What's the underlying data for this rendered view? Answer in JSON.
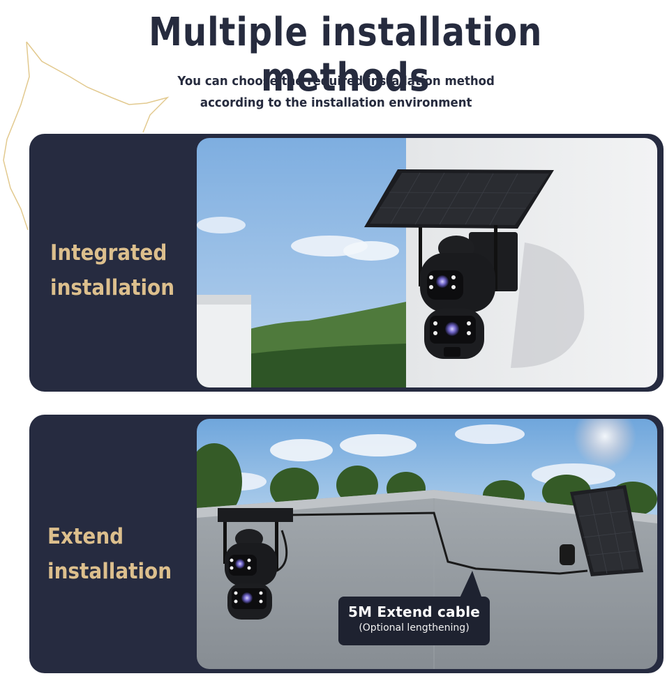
{
  "header": {
    "title": "Multiple installation methods",
    "subtitle_line1": "You can choose the required installation method",
    "subtitle_line2": "according to the installation environment"
  },
  "panels": [
    {
      "label_line1": "Integrated",
      "label_line2": "installation",
      "scene_icons": [
        "solar-panel-icon",
        "camera-icon"
      ]
    },
    {
      "label_line1": "Extend",
      "label_line2": "installation",
      "callout_title": "5M Extend cable",
      "callout_note": "(Optional lengthening)",
      "scene_icons": [
        "solar-panel-icon",
        "camera-icon",
        "cable-icon"
      ]
    }
  ],
  "colors": {
    "panel_bg": "#262b40",
    "label_gold": "#dcbf8d",
    "title_navy": "#262b3e",
    "callout_bg": "#1e2230"
  }
}
